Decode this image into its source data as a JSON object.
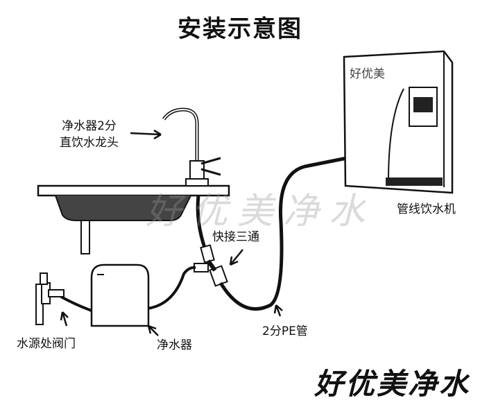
{
  "title": "安装示意图",
  "watermark": "好优美净水",
  "footer_brand": "好优美净水",
  "dispenser_brand": "好优美",
  "labels": {
    "faucet_line1": "净水器2分",
    "faucet_line2": "直饮水龙头",
    "dispenser": "管线饮水机",
    "tee": "快接三通",
    "pipe": "2分PE管",
    "valve": "水源处阀门",
    "purifier": "净水器"
  }
}
